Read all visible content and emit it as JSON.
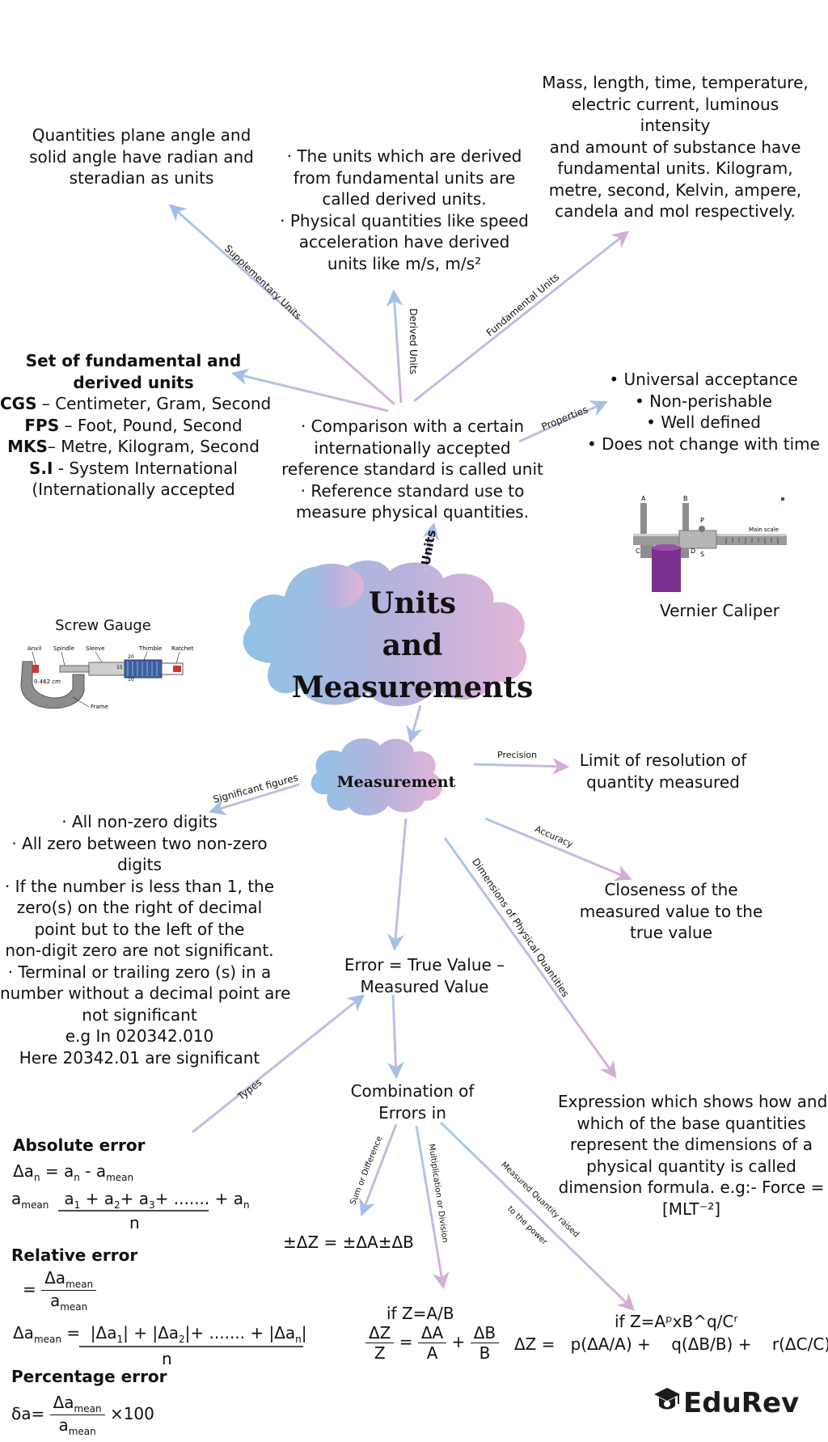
{
  "central": {
    "line1": "Units",
    "line2": "and",
    "line3": "Measurements"
  },
  "measurement_cloud": "Measurement",
  "units_label": "Units",
  "units_box": [
    "· Comparison with a certain",
    "internationally accepted",
    "reference standard is called unit",
    "· Reference standard use to",
    "measure physical quantities."
  ],
  "labels": {
    "supplementary": "Supplementary Units",
    "derived": "Derived Units",
    "fundamental": "Fundamental Units",
    "properties": "Properties",
    "significant": "Significant figures",
    "precision": "Precision",
    "accuracy": "Accuracy",
    "dimensions": "Dimensions of Physical Quantities",
    "types": "Types",
    "sum_diff": "Sum or Difference",
    "mult_div": "Multiplication or Division",
    "power_1": "Measured Quantity raised",
    "power_2": "to the power"
  },
  "supplementary_text": [
    "Quantities plane angle and",
    "solid angle have radian and",
    "steradian as units"
  ],
  "derived_text": [
    "· The units which are derived",
    "from fundamental units are",
    "called derived units.",
    "· Physical quantities like speed",
    "acceleration have derived",
    "units like m/s, m/s²"
  ],
  "fundamental_text": [
    "Mass, length, time, temperature,",
    "electric current, luminous",
    "intensity",
    "and amount of substance have",
    "fundamental units. Kilogram,",
    "metre, second, Kelvin, ampere,",
    "candela and mol respectively."
  ],
  "systems": {
    "heading1": "Set of fundamental and",
    "heading2": "derived units",
    "rows": [
      {
        "abbr": "CGS",
        "sep": " – ",
        "text": "Centimeter, Gram, Second"
      },
      {
        "abbr": "FPS",
        "sep": " – ",
        "text": "Foot, Pound, Second"
      },
      {
        "abbr": "MKS",
        "sep": "– ",
        "text": "Metre, Kilogram, Second"
      },
      {
        "abbr": "S.I",
        "sep": " - ",
        "text": "System International"
      }
    ],
    "last": "(Internationally accepted"
  },
  "properties_text": [
    "• Universal acceptance",
    "• Non-perishable",
    "• Well defined",
    "• Does not change with time"
  ],
  "vernier": {
    "title": "Vernier Caliper",
    "a": "A",
    "b": "B",
    "c": "C",
    "d": "D",
    "p": "P",
    "s": "S",
    "main_scale": "Main scale",
    "accent": "#7b2f8f"
  },
  "screw": {
    "title": "Screw Gauge",
    "anvil": "Anvil",
    "spindle": "Spindle",
    "sleeve": "Sleeve",
    "thimble": "Thimble",
    "ratchet": "Ratchet",
    "frame": "Frame",
    "reading": "0.462 cm",
    "mark20": "20",
    "mark15": "15",
    "mark10": "10"
  },
  "precision_text": [
    "Limit of resolution of",
    "quantity measured"
  ],
  "accuracy_text": [
    "Closeness of the",
    "measured value to the",
    "true value"
  ],
  "sigfig_text": [
    "· All non-zero digits",
    "· All zero between two non-zero",
    "digits",
    "· If the number is less than 1, the",
    "zero(s) on the right of decimal",
    "point but to the left of the",
    "non-digit zero are not significant.",
    "· Terminal or trailing zero (s) in a",
    "number without a decimal point are",
    "not significant",
    "e.g   In 020342.010",
    "Here 20342.01 are significant"
  ],
  "error_text": [
    "Error = True Value –",
    "Measured Value"
  ],
  "combination_text": [
    "Combination of",
    "Errors in"
  ],
  "dimension_text": [
    "Expression which shows how and",
    "which of the base quantities",
    "represent the dimensions of a",
    "physical quantity is called",
    "dimension formula. e.g:- Force =",
    "[MLT⁻²]"
  ],
  "formulas": {
    "absolute_title": "Absolute error",
    "relative_title": "Relative error",
    "percentage_title": "Percentage error",
    "sum_formula": "±ΔZ = ±ΔA±ΔB",
    "div_title": "if Z=A/B",
    "power_title": "if Z=AᵖxB^q/Cʳ",
    "power_formula": "ΔZ =   p(ΔA/A) +    q(ΔB/B) +    r(ΔC/C)",
    "x100": "×100"
  },
  "brand": "EduRev",
  "colors": {
    "arrow_start": "#a9c8ea",
    "arrow_end": "#d8b0d6",
    "cloud_left": "#8fc3e6",
    "cloud_right": "#e3b5d8"
  }
}
